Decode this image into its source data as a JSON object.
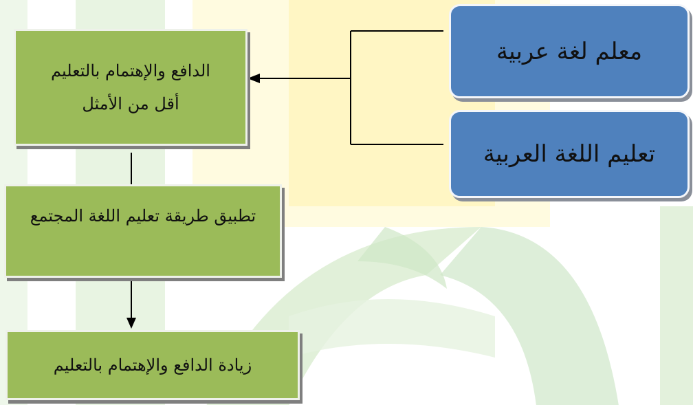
{
  "colors": {
    "green_box": "#9bbb59",
    "blue_box": "#4f81bd",
    "watermark_yellow": "#fff6b8",
    "watermark_green": "#b9dcae",
    "connector": "#000000"
  },
  "nodes": {
    "arabic_teacher": "معلم لغة عربية",
    "arabic_teaching": "تعليم اللغة العربية",
    "low_motivation": {
      "line1": "الدافع والإهتمام بالتعليم",
      "line2": "أقل من الأمثل"
    },
    "apply_method": "تطبيق طريقة تعليم اللغة المجتمع",
    "increase_motivation": "زيادة الدافع والإهتمام بالتعليم"
  }
}
